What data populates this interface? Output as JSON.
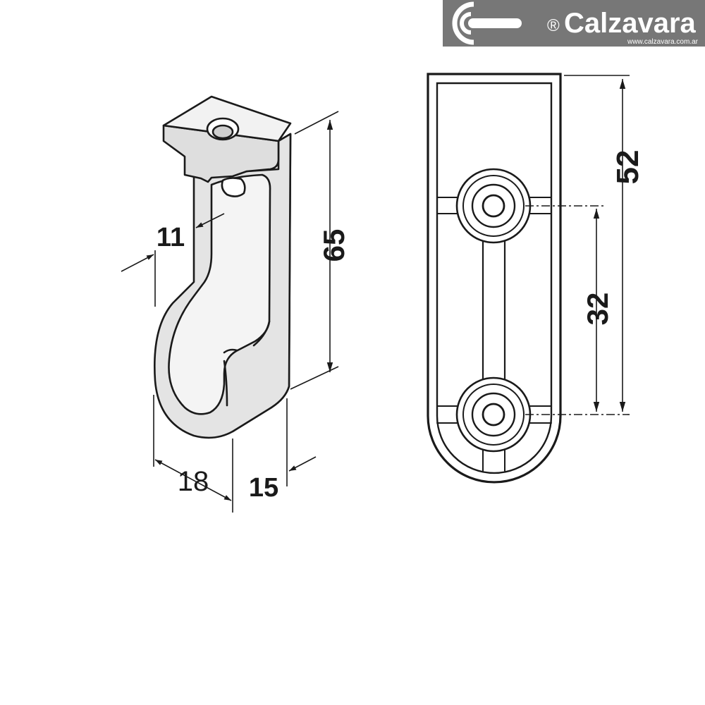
{
  "logo": {
    "registered_mark": "®",
    "brand_name": "Calzavara",
    "website": "www.calzavara.com.ar",
    "background_color": "#777777"
  },
  "drawing": {
    "dimensions": {
      "depth_18": "18",
      "width_15": "15",
      "rod_11": "11",
      "height_65": "65",
      "hole_spacing_32": "32",
      "length_52": "52"
    },
    "line_color": "#1a1a1a",
    "part_fill": "#e6e6e6"
  }
}
